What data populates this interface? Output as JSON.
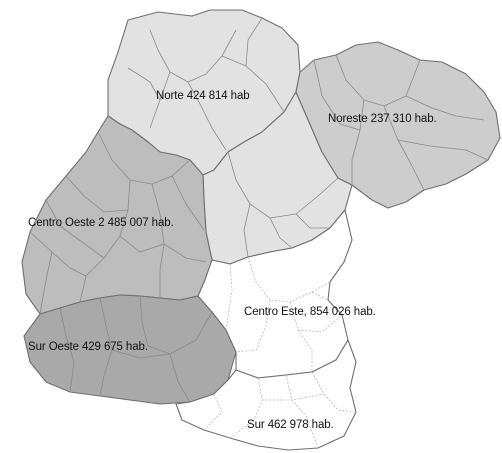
{
  "map": {
    "regions": [
      {
        "id": "norte",
        "label": "Norte 424 814 hab",
        "shade": "#e2e2e2"
      },
      {
        "id": "noreste",
        "label": "Noreste 237 310 hab.",
        "shade": "#cdcdcd"
      },
      {
        "id": "centro_oeste",
        "label": "Centro Oeste 2 485 007 hab.",
        "shade": "#bdbdbd"
      },
      {
        "id": "centro_este",
        "label": "Centro Este, 854 026 hab.",
        "shade": "#ffffff"
      },
      {
        "id": "sur_oeste",
        "label": "Sur Oeste 429 675 hab.",
        "shade": "#a9a9a9"
      },
      {
        "id": "sur",
        "label": "Sur 462 978 hab.",
        "shade": "#ffffff"
      }
    ]
  }
}
